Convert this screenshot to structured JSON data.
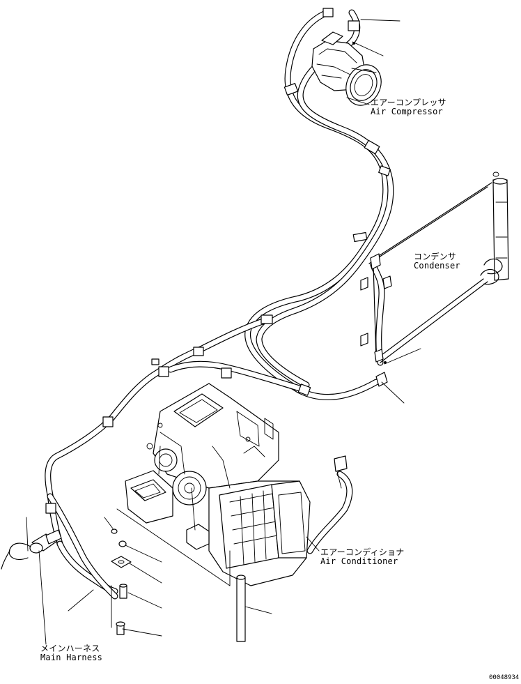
{
  "labels": {
    "air_compressor": {
      "ja": "エアーコンプレッサ",
      "en": "Air Compressor"
    },
    "condenser": {
      "ja": "コンデンサ",
      "en": "Condenser"
    },
    "air_conditioner": {
      "ja": "エアーコンディショナ",
      "en": "Air Conditioner"
    },
    "main_harness": {
      "ja": "メインハーネス",
      "en": "Main Harness"
    }
  },
  "drawing_code": "00048934"
}
